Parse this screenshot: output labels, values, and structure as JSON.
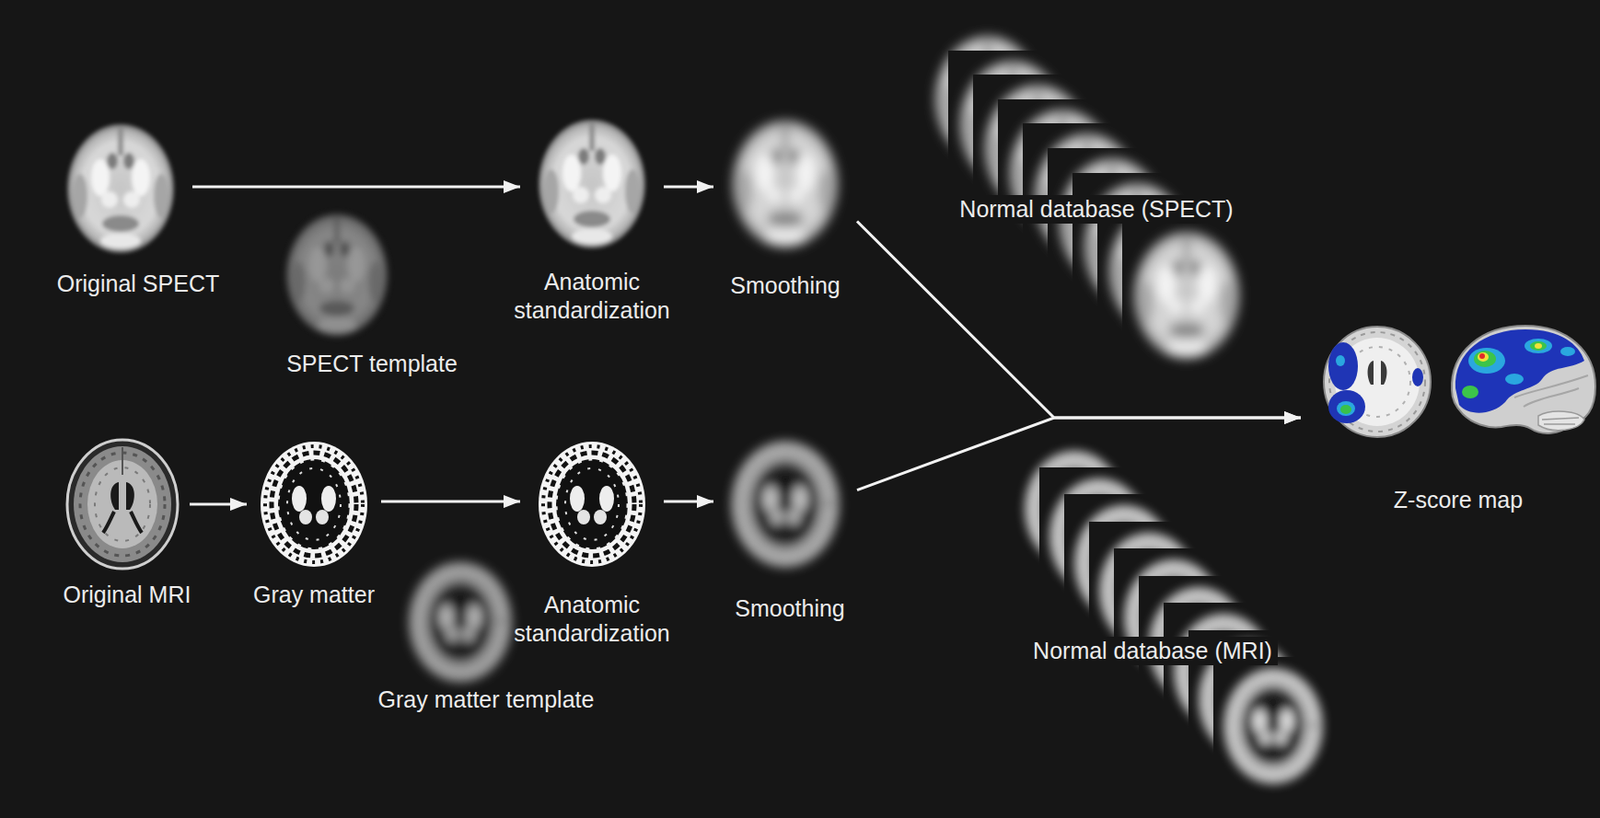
{
  "diagram": {
    "nodes": [
      {
        "text": [
          "Original SPECT"
        ]
      },
      {
        "text": [
          "SPECT template"
        ]
      },
      {
        "text": [
          "Anatomic standardization"
        ]
      },
      {
        "text": [
          "Smoothing"
        ]
      },
      {
        "text": [
          "Normal database (SPECT)"
        ]
      },
      {
        "text": [
          "Original MRI"
        ]
      },
      {
        "text": [
          "Gray matter"
        ]
      },
      {
        "text": [
          "Gray matter template"
        ]
      },
      {
        "text": [
          "Anatomic standardization"
        ]
      },
      {
        "text": [
          "Smoothing"
        ]
      },
      {
        "text": [
          "Normal database (MRI)"
        ]
      },
      {
        "text": [
          "Z-score map"
        ]
      }
    ],
    "edges": [
      {
        "from": 0,
        "to": 2,
        "arrow": "to"
      },
      {
        "from": 2,
        "to": 3,
        "arrow": "to"
      },
      {
        "from": 3,
        "to": 11,
        "arrow": "to"
      },
      {
        "from": 5,
        "to": 6,
        "arrow": "to"
      },
      {
        "from": 6,
        "to": 8,
        "arrow": "to"
      },
      {
        "from": 8,
        "to": 9,
        "arrow": "to"
      },
      {
        "from": 9,
        "to": 11,
        "arrow": "to"
      }
    ]
  }
}
